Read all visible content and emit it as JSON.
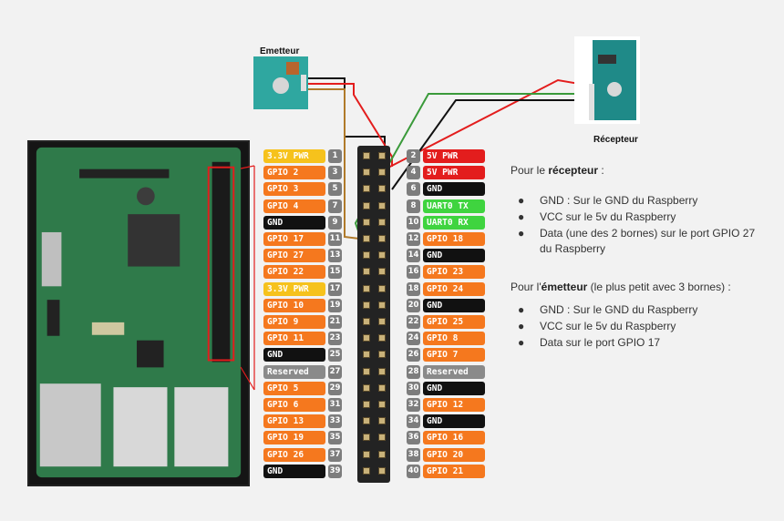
{
  "modules": {
    "transmitter_label": "Emetteur",
    "receiver_label": "Récepteur"
  },
  "pins": [
    {
      "left": {
        "label": "3.3V PWR",
        "num": "1",
        "type": "power3"
      },
      "right": {
        "num": "2",
        "label": "5V PWR",
        "type": "power5"
      }
    },
    {
      "left": {
        "label": "GPIO 2",
        "num": "3",
        "type": "gpio"
      },
      "right": {
        "num": "4",
        "label": "5V PWR",
        "type": "power5"
      }
    },
    {
      "left": {
        "label": "GPIO 3",
        "num": "5",
        "type": "gpio"
      },
      "right": {
        "num": "6",
        "label": "GND",
        "type": "gnd"
      }
    },
    {
      "left": {
        "label": "GPIO 4",
        "num": "7",
        "type": "gpio"
      },
      "right": {
        "num": "8",
        "label": "UART0 TX",
        "type": "uart"
      }
    },
    {
      "left": {
        "label": "GND",
        "num": "9",
        "type": "gnd"
      },
      "right": {
        "num": "10",
        "label": "UART0 RX",
        "type": "uart"
      }
    },
    {
      "left": {
        "label": "GPIO 17",
        "num": "11",
        "type": "gpio"
      },
      "right": {
        "num": "12",
        "label": "GPIO 18",
        "type": "gpio"
      }
    },
    {
      "left": {
        "label": "GPIO 27",
        "num": "13",
        "type": "gpio"
      },
      "right": {
        "num": "14",
        "label": "GND",
        "type": "gnd"
      }
    },
    {
      "left": {
        "label": "GPIO 22",
        "num": "15",
        "type": "gpio"
      },
      "right": {
        "num": "16",
        "label": "GPIO 23",
        "type": "gpio"
      }
    },
    {
      "left": {
        "label": "3.3V PWR",
        "num": "17",
        "type": "power3"
      },
      "right": {
        "num": "18",
        "label": "GPIO 24",
        "type": "gpio"
      }
    },
    {
      "left": {
        "label": "GPIO 10",
        "num": "19",
        "type": "gpio"
      },
      "right": {
        "num": "20",
        "label": "GND",
        "type": "gnd"
      }
    },
    {
      "left": {
        "label": "GPIO 9",
        "num": "21",
        "type": "gpio"
      },
      "right": {
        "num": "22",
        "label": "GPIO 25",
        "type": "gpio"
      }
    },
    {
      "left": {
        "label": "GPIO 11",
        "num": "23",
        "type": "gpio"
      },
      "right": {
        "num": "24",
        "label": "GPIO 8",
        "type": "gpio"
      }
    },
    {
      "left": {
        "label": "GND",
        "num": "25",
        "type": "gnd"
      },
      "right": {
        "num": "26",
        "label": "GPIO 7",
        "type": "gpio"
      }
    },
    {
      "left": {
        "label": "Reserved",
        "num": "27",
        "type": "res"
      },
      "right": {
        "num": "28",
        "label": "Reserved",
        "type": "res"
      }
    },
    {
      "left": {
        "label": "GPIO 5",
        "num": "29",
        "type": "gpio"
      },
      "right": {
        "num": "30",
        "label": "GND",
        "type": "gnd"
      }
    },
    {
      "left": {
        "label": "GPIO 6",
        "num": "31",
        "type": "gpio"
      },
      "right": {
        "num": "32",
        "label": "GPIO 12",
        "type": "gpio"
      }
    },
    {
      "left": {
        "label": "GPIO 13",
        "num": "33",
        "type": "gpio"
      },
      "right": {
        "num": "34",
        "label": "GND",
        "type": "gnd"
      }
    },
    {
      "left": {
        "label": "GPIO 19",
        "num": "35",
        "type": "gpio"
      },
      "right": {
        "num": "36",
        "label": "GPIO 16",
        "type": "gpio"
      }
    },
    {
      "left": {
        "label": "GPIO 26",
        "num": "37",
        "type": "gpio"
      },
      "right": {
        "num": "38",
        "label": "GPIO 20",
        "type": "gpio"
      }
    },
    {
      "left": {
        "label": "GND",
        "num": "39",
        "type": "gnd"
      },
      "right": {
        "num": "40",
        "label": "GPIO 21",
        "type": "gpio"
      }
    }
  ],
  "notes": {
    "receiver_intro": "Pour le ",
    "receiver_bold": "récepteur",
    "receiver_suffix": " :",
    "receiver_items": [
      "GND : Sur le GND du Raspberry",
      "VCC sur le 5v du Raspberry",
      "Data (une des 2 bornes)  sur le port GPIO 27 du Raspberry"
    ],
    "transmitter_intro": "Pour l'",
    "transmitter_bold": "émetteur",
    "transmitter_suffix": " (le plus petit avec 3 bornes) :",
    "transmitter_items": [
      "GND : Sur le GND du Raspberry",
      "VCC sur le 5v du Raspberry",
      "Data sur le port GPIO 17"
    ],
    "bullet_glyph": "●"
  },
  "colors": {
    "power3": "#f6c21c",
    "power5": "#e31d1d",
    "gnd": "#111111",
    "gpio": "#f5781e",
    "uart": "#3fd43f",
    "reserved": "#8a8a8a",
    "pin_number": "#7d7d7d",
    "wire_red": "#e31d1d",
    "wire_black": "#111111",
    "wire_green": "#3a9a3a",
    "wire_brown": "#b07a2a"
  }
}
